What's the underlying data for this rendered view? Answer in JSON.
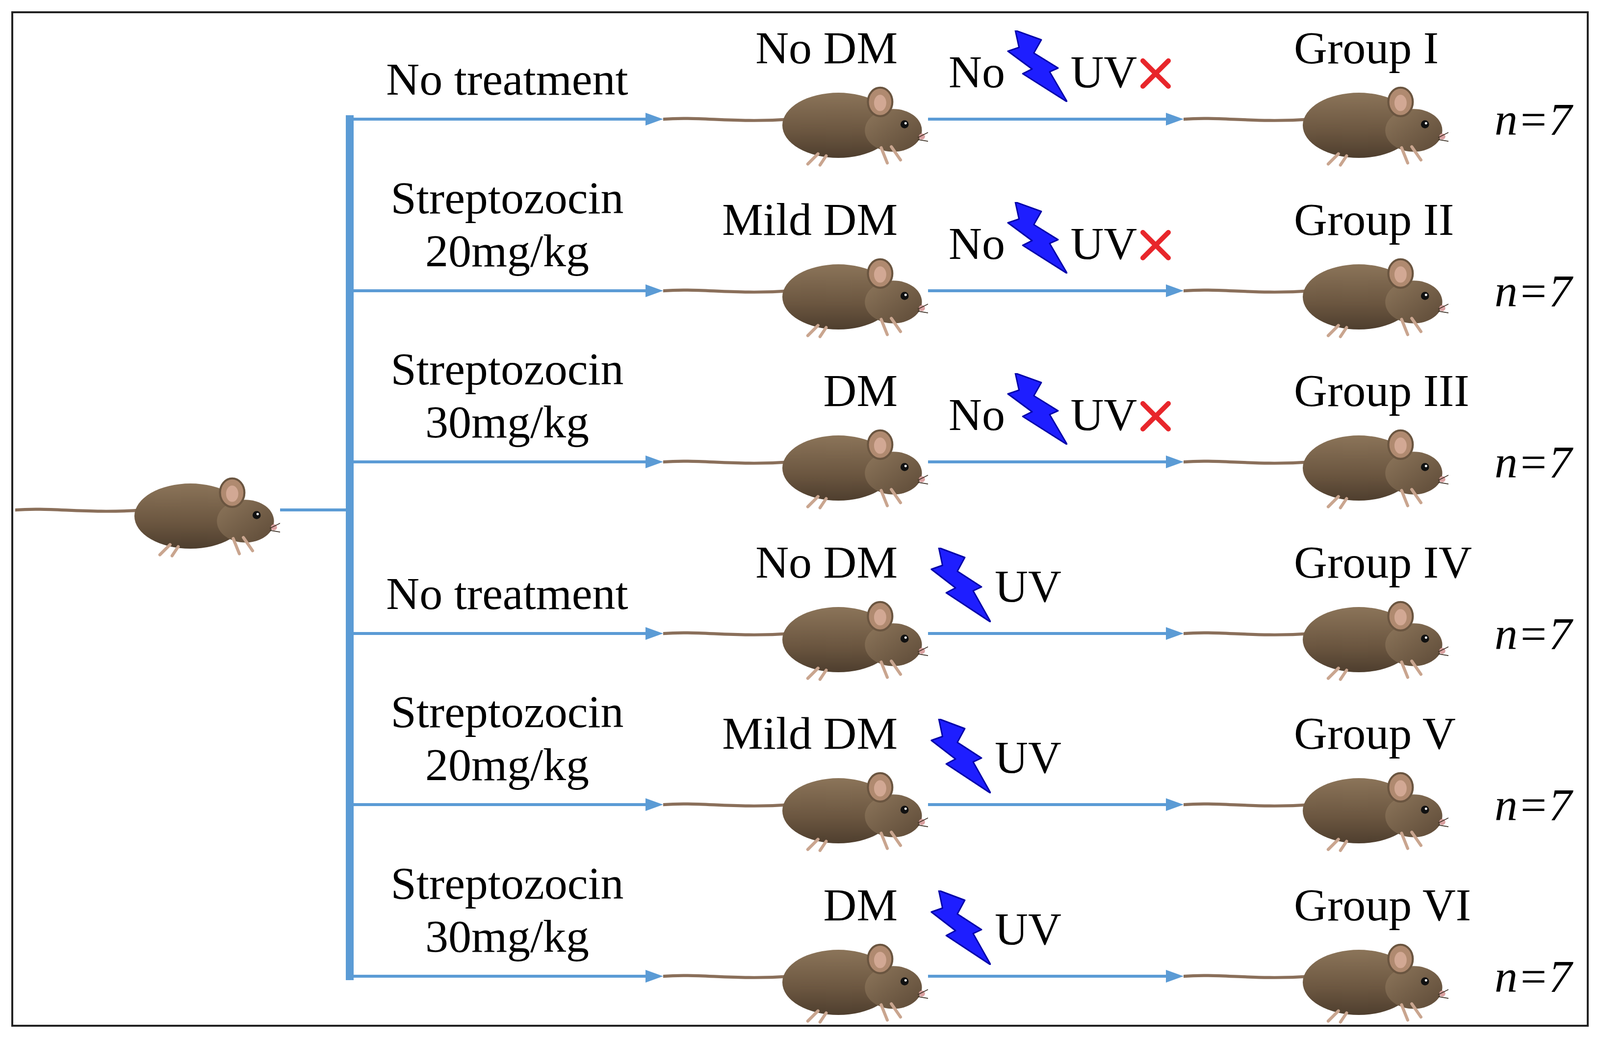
{
  "diagram": {
    "nodes": [
      {
        "text": []
      },
      {
        "text": [
          "No DM"
        ]
      },
      {
        "text": [
          "Group I"
        ]
      },
      {
        "text": [
          "Mild DM"
        ]
      },
      {
        "text": [
          "Group II"
        ]
      },
      {
        "text": [
          "DM"
        ]
      },
      {
        "text": [
          "Group III"
        ]
      },
      {
        "text": [
          "No DM"
        ]
      },
      {
        "text": [
          "Group IV"
        ]
      },
      {
        "text": [
          "Mild DM"
        ]
      },
      {
        "text": [
          "Group V"
        ]
      },
      {
        "text": [
          "DM"
        ]
      },
      {
        "text": [
          "Group VI"
        ]
      }
    ],
    "edges": [
      {
        "from": 0,
        "to": 1,
        "arrow": "to",
        "label": "No treatment"
      },
      {
        "from": 1,
        "to": 2,
        "arrow": "to",
        "label": "No UV"
      },
      {
        "from": 0,
        "to": 3,
        "arrow": "to",
        "label": "Streptozocin 20mg/kg"
      },
      {
        "from": 3,
        "to": 4,
        "arrow": "to",
        "label": "No UV"
      },
      {
        "from": 0,
        "to": 5,
        "arrow": "to",
        "label": "Streptozocin 30mg/kg"
      },
      {
        "from": 5,
        "to": 6,
        "arrow": "to",
        "label": "No UV"
      },
      {
        "from": 0,
        "to": 7,
        "arrow": "to",
        "label": "No treatment"
      },
      {
        "from": 7,
        "to": 8,
        "arrow": "to",
        "label": "UV"
      },
      {
        "from": 0,
        "to": 9,
        "arrow": "to",
        "label": "Streptozocin 20mg/kg"
      },
      {
        "from": 9,
        "to": 10,
        "arrow": "to",
        "label": "UV"
      },
      {
        "from": 0,
        "to": 11,
        "arrow": "to",
        "label": "Streptozocin 30mg/kg"
      },
      {
        "from": 11,
        "to": 12,
        "arrow": "to",
        "label": "UV"
      }
    ],
    "labels": [
      "n=7",
      "n=7",
      "n=7",
      "n=7",
      "n=7",
      "n=7"
    ]
  }
}
